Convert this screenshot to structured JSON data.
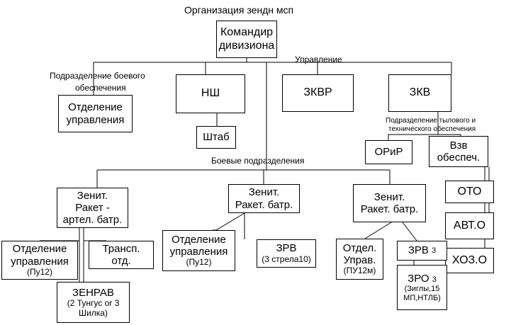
{
  "title": "Организация зендн мсп",
  "labels": {
    "upravlenie": "Управление",
    "boevoe_line1": "Подразделение боевого",
    "boevoe_line2": "обеспечения",
    "tyl_line1": "Подразделение тылового и",
    "tyl_line2": "технического обеспечения",
    "boevye": "Боевые подразделения"
  },
  "nodes": {
    "komandir": {
      "line1": "Командир",
      "line2": "дивизиона"
    },
    "otd_upr_top": {
      "line1": "Отделение",
      "line2": "управления"
    },
    "nsh": {
      "line1": "НШ"
    },
    "shtab": {
      "line1": "Штаб"
    },
    "zkvr": {
      "line1": "ЗКВР"
    },
    "zkv": {
      "line1": "ЗКВ"
    },
    "orir": {
      "line1": "ОРиР"
    },
    "vzv": {
      "line1": "Взв",
      "line2": "обеспеч."
    },
    "oto": {
      "line1": "ОТО"
    },
    "avto": {
      "line1": "АВТ.О"
    },
    "hozo": {
      "line1": "ХОЗ.О"
    },
    "zrab1": {
      "line1": "Зенит.",
      "line2": "Ракет -",
      "line3": "артел. батр."
    },
    "otd_upr1": {
      "line1": "Отделение",
      "line2": "управления",
      "line3": "(Пу12)"
    },
    "transp": {
      "line1": "Трансп.",
      "line2": "отд."
    },
    "zenrav": {
      "line1": "ЗЕНРАВ",
      "line2": "(2 Тунгус or  3",
      "line3": "Шилка)"
    },
    "zrb2": {
      "line1": "Зенит.",
      "line2": "Ракет. батр."
    },
    "otd_upr2": {
      "line1": "Отделение",
      "line2": "управления",
      "line3": "(Пу12)"
    },
    "zrv2": {
      "line1": "ЗРВ",
      "line2": "(3 стрела10)"
    },
    "zrb3": {
      "line1": "Зенит.",
      "line2": "Ракет. батр."
    },
    "otd_upr3": {
      "line1": "Отдел.",
      "line2": "Управ.",
      "line3": "(ПУ12м)"
    },
    "zrv3": {
      "line1": "ЗРВ",
      "sub": "3"
    },
    "zro3": {
      "line1": "ЗРО",
      "sub": "3",
      "line2": "(Зиглы,15",
      "line3": "МП,НТЛБ)"
    }
  }
}
